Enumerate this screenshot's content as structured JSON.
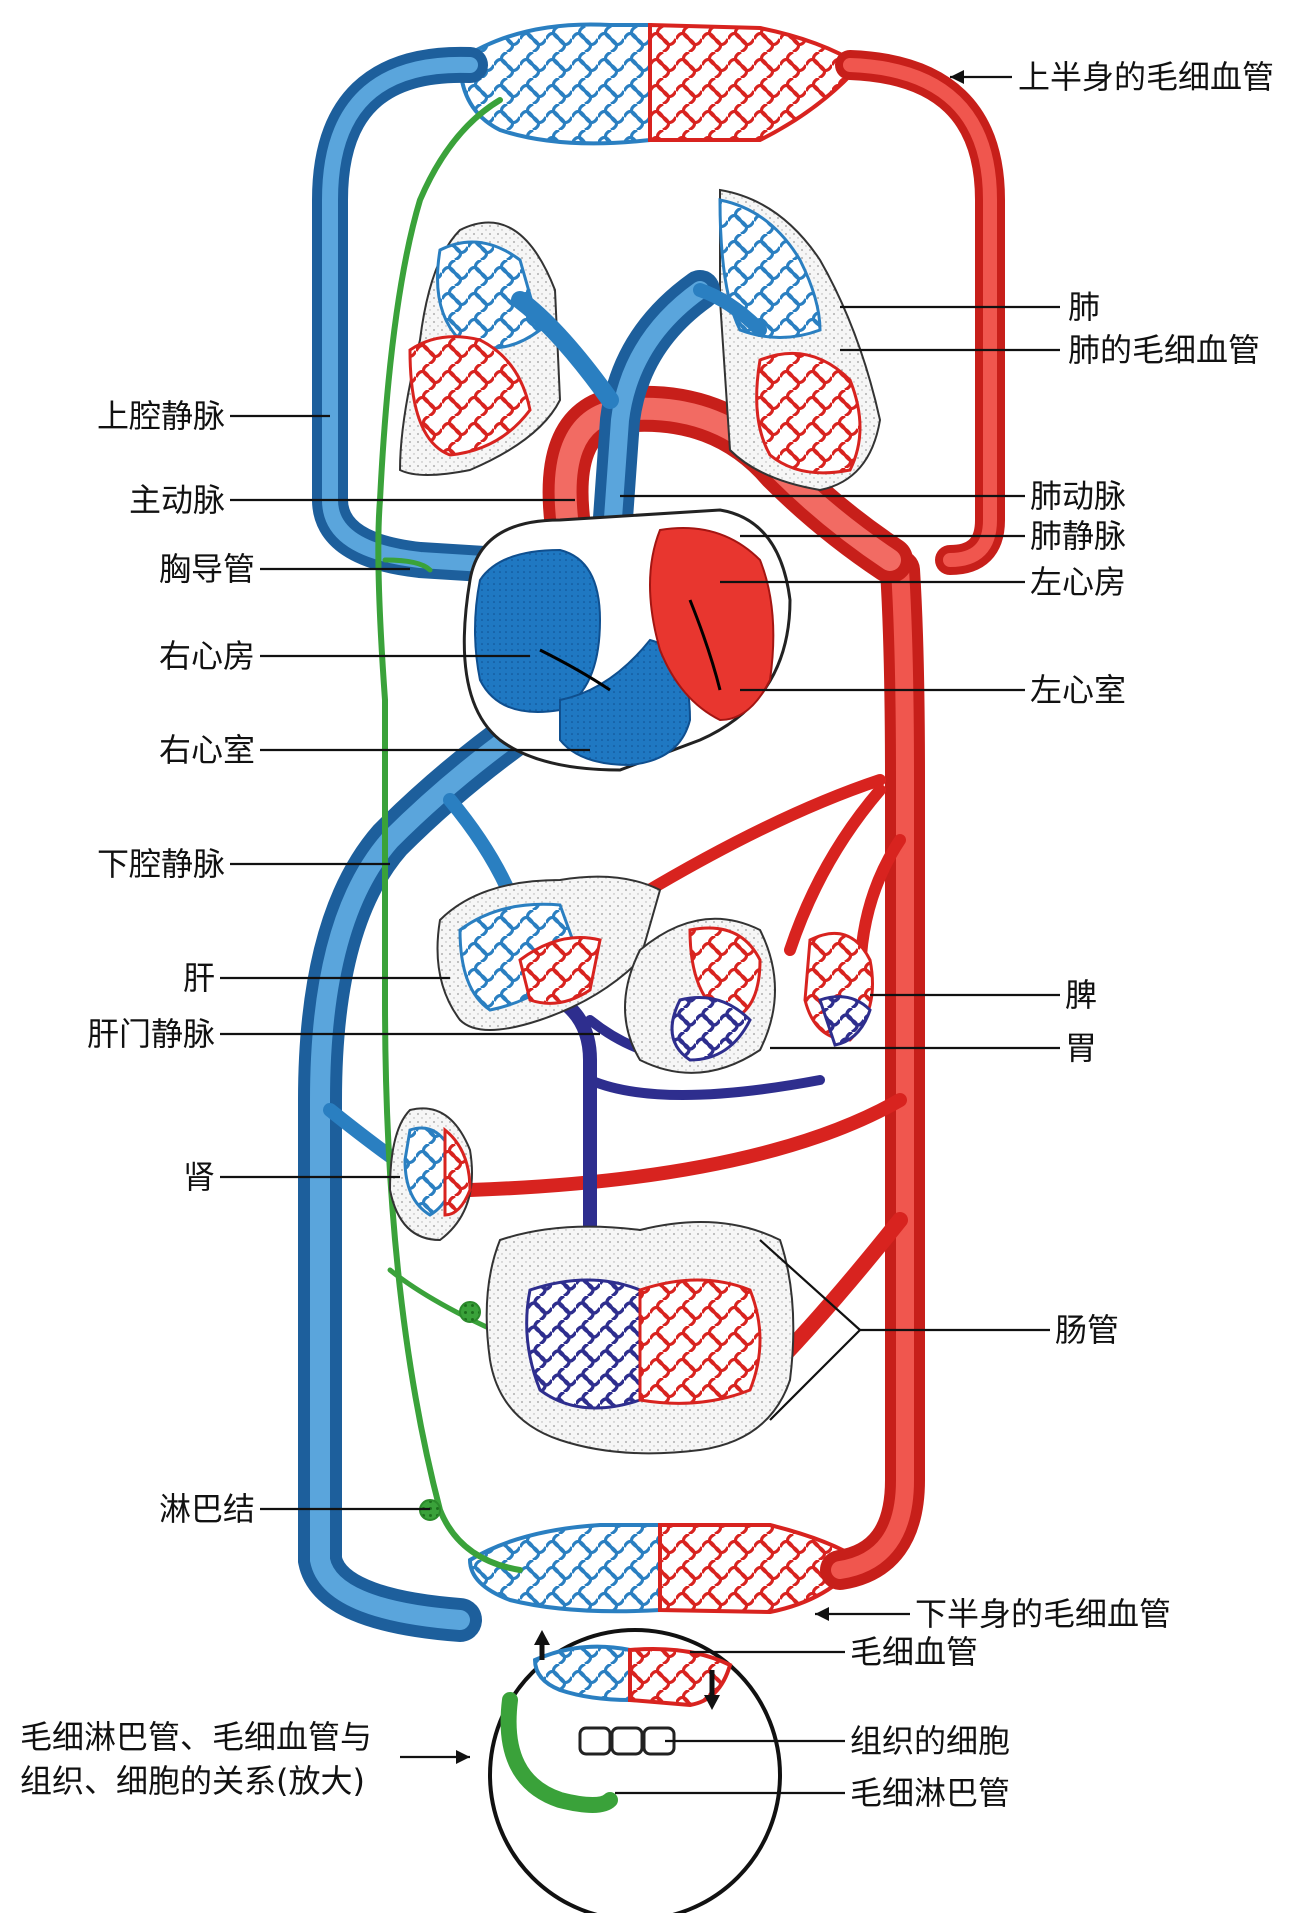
{
  "labels": {
    "upper_capillaries": "上半身的毛细血管",
    "lung": "肺",
    "lung_capillaries": "肺的毛细血管",
    "superior_vena_cava": "上腔静脉",
    "aorta": "主动脉",
    "pulmonary_artery": "肺动脉",
    "pulmonary_vein": "肺静脉",
    "thoracic_duct": "胸导管",
    "left_atrium": "左心房",
    "right_atrium": "右心房",
    "left_ventricle": "左心室",
    "right_ventricle": "右心室",
    "inferior_vena_cava": "下腔静脉",
    "liver": "肝",
    "spleen": "脾",
    "hepatic_portal_vein": "肝门静脉",
    "stomach": "胃",
    "kidney": "肾",
    "intestine": "肠管",
    "lymph_node": "淋巴结",
    "lower_capillaries": "下半身的毛细血管",
    "capillary": "毛细血管",
    "tissue_cells": "组织的细胞",
    "lymph_capillary": "毛细淋巴管",
    "magnified_line1": "毛细淋巴管、毛细血管与",
    "magnified_line2": "组织、细胞的关系(放大)"
  },
  "colors": {
    "arterial": "#e8362f",
    "venous": "#2f86c8",
    "portal": "#3a3a9a",
    "lymph": "#3aa23a"
  }
}
